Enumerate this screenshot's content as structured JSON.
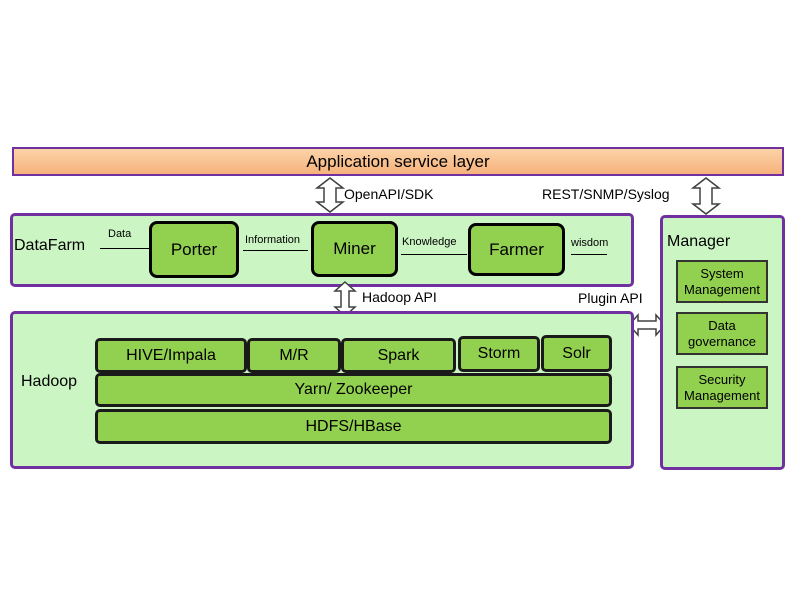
{
  "application_layer": {
    "label": "Application service layer"
  },
  "interfaces": {
    "openapi": "OpenAPI/SDK",
    "rest": "REST/SNMP/Syslog",
    "hadoop_api": "Hadoop API",
    "plugin_api": "Plugin API"
  },
  "datafarm": {
    "label": "DataFarm",
    "modules": {
      "porter": "Porter",
      "miner": "Miner",
      "farmer": "Farmer"
    },
    "flows": {
      "data": "Data",
      "information": "Information",
      "knowledge": "Knowledge",
      "wisdom": "wisdom"
    }
  },
  "hadoop": {
    "label": "Hadoop",
    "components": {
      "hive": "HIVE/Impala",
      "mr": "M/R",
      "spark": "Spark",
      "storm": "Storm",
      "solr": "Solr",
      "yarn": "Yarn/ Zookeeper",
      "hdfs": "HDFS/HBase"
    }
  },
  "manager": {
    "label": "Manager",
    "items": {
      "system": "System Management",
      "data_gov": "Data governance",
      "security": "Security Management"
    }
  },
  "colors": {
    "border": "#7030a0",
    "panel": "#ccf5c4",
    "module": "#92d050",
    "app_layer": "#f6b27c"
  }
}
